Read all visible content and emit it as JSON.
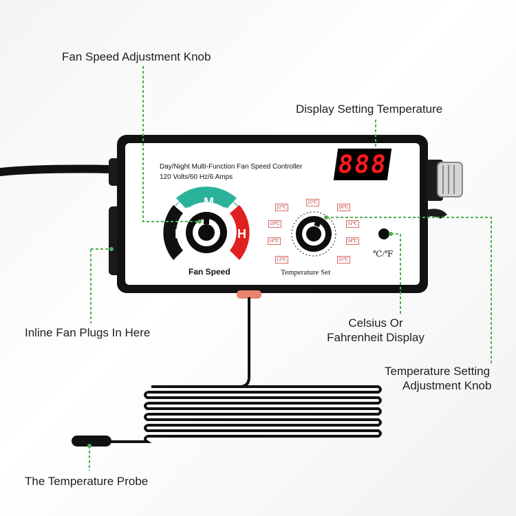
{
  "callouts": {
    "fan_speed_knob": "Fan Speed Adjustment Knob",
    "display_temp": "Display Setting Temperature",
    "inline_plug": "Inline Fan Plugs In Here",
    "celsius_line1": "Celsius Or",
    "celsius_line2": "Fahrenheit Display",
    "temp_knob_line1": "Temperature Setting",
    "temp_knob_line2": "Adjustment Knob",
    "probe": "The Temperature Probe"
  },
  "device": {
    "title_line1": "Day/Night Multi-Function Fan Speed Controller",
    "title_line2": "120 Volts/60 Hz/6 Amps",
    "display_value": "888",
    "fan_speed_label": "Fan Speed",
    "fan_letters": {
      "low": "L",
      "mid": "M",
      "high": "H"
    },
    "temperature_set_label": "Temperature Set",
    "unit_toggle_label": "℃/℉",
    "temp_ticks": [
      "22℃",
      "25℃",
      "28℃",
      "19℃",
      "31℃",
      "16℃",
      "34℃",
      "13℃",
      "35℃"
    ]
  },
  "colors": {
    "callout_line": "#4caf50",
    "fan_mid": "#2ab39a",
    "fan_high": "#e0201f",
    "fan_low": "#111111",
    "display_digits": "#ff1a1a"
  }
}
